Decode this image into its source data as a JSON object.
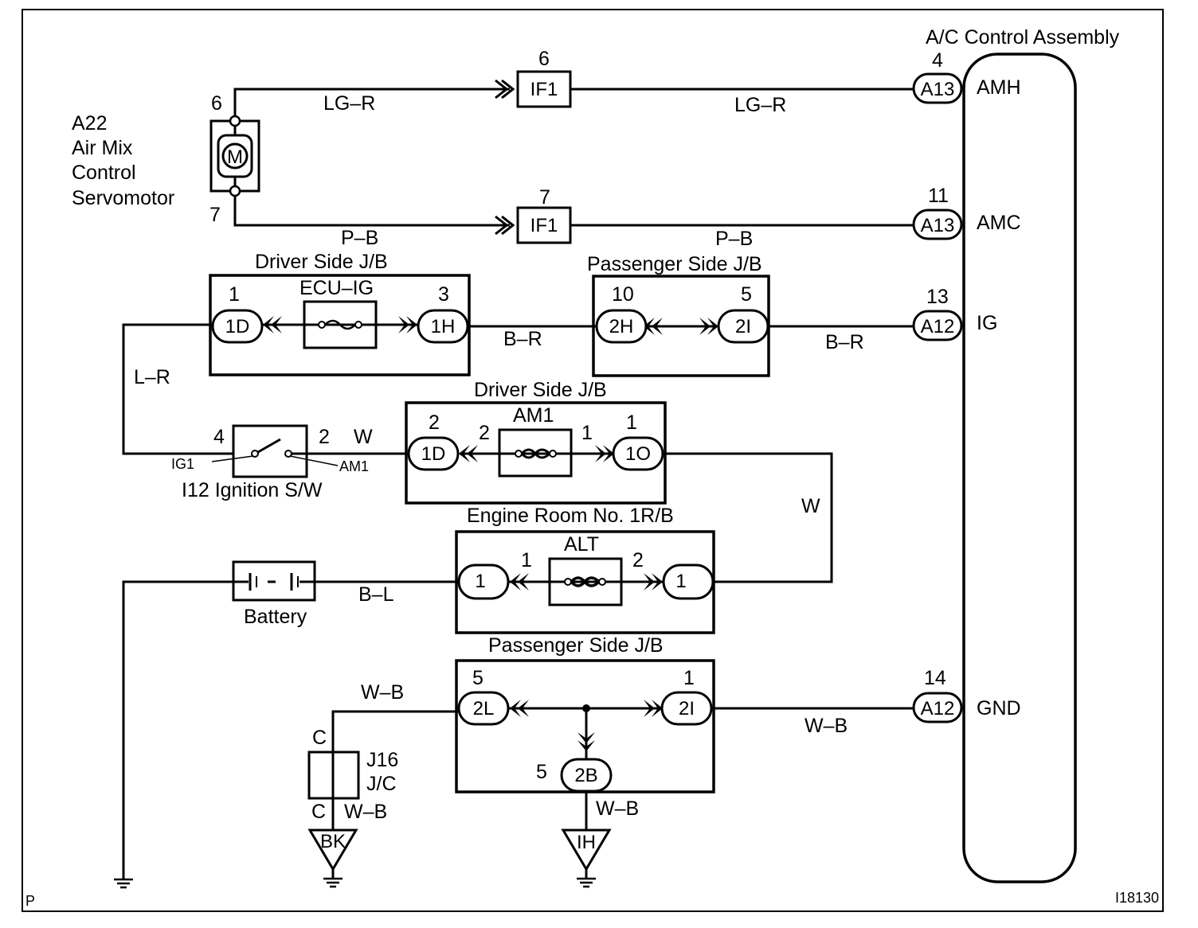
{
  "assembly": {
    "title": "A/C Control Assembly",
    "terminals": {
      "amh": {
        "pin": "4",
        "connector": "A13",
        "name": "AMH"
      },
      "amc": {
        "pin": "11",
        "connector": "A13",
        "name": "AMC"
      },
      "ig": {
        "pin": "13",
        "connector": "A12",
        "name": "IG"
      },
      "gnd": {
        "pin": "14",
        "connector": "A12",
        "name": "GND"
      }
    }
  },
  "servomotor": {
    "line1": "A22",
    "line2": "Air Mix",
    "line3": "Control",
    "line4": "Servomotor",
    "motor_symbol": "M",
    "pin_top": "6",
    "pin_bottom": "7"
  },
  "if1_top": {
    "pin": "6",
    "name": "IF1"
  },
  "if1_bottom": {
    "pin": "7",
    "name": "IF1"
  },
  "wires": {
    "lg_r_left": "LG–R",
    "lg_r_right": "LG–R",
    "p_b_left": "P–B",
    "p_b_right": "P–B",
    "b_r_left": "B–R",
    "b_r_right": "B–R",
    "l_r": "L–R",
    "w_switch": "W",
    "w_right": "W",
    "b_l": "B–L",
    "w_b_top": "W–B",
    "w_b_right": "W–B",
    "w_b_jc": "W–B",
    "w_b_ih": "W–B"
  },
  "driver_jb_ecu": {
    "title": "Driver Side J/B",
    "fuse": "ECU–IG",
    "left": {
      "pin": "1",
      "connector": "1D"
    },
    "right": {
      "pin": "3",
      "connector": "1H"
    }
  },
  "passenger_jb_top": {
    "title": "Passenger Side J/B",
    "left": {
      "pin": "10",
      "connector": "2H"
    },
    "right": {
      "pin": "5",
      "connector": "2I"
    }
  },
  "ignition": {
    "title": "I12 Ignition S/W",
    "pin_left": "4",
    "pin_right": "2",
    "ig1": "IG1",
    "am1": "AM1"
  },
  "driver_jb_am1": {
    "title": "Driver Side J/B",
    "fuse": "AM1",
    "left": {
      "pin": "2",
      "connector": "1D",
      "inner_pin": "2"
    },
    "right": {
      "pin": "1",
      "connector": "1O",
      "inner_pin": "1"
    }
  },
  "engine_room": {
    "title": "Engine Room No. 1R/B",
    "fuse": "ALT",
    "left": {
      "connector": "1",
      "inner_pin": "1"
    },
    "right": {
      "connector": "1",
      "inner_pin": "2"
    }
  },
  "battery": {
    "label": "Battery"
  },
  "passenger_jb_bottom": {
    "title": "Passenger Side J/B",
    "left": {
      "pin": "5",
      "connector": "2L"
    },
    "right": {
      "pin": "1",
      "connector": "2I"
    },
    "bottom": {
      "pin": "5",
      "connector": "2B"
    }
  },
  "junction": {
    "line1": "J16",
    "line2": "J/C",
    "pin_top": "C",
    "pin_bottom": "C"
  },
  "grounds": {
    "bk": "BK",
    "ih": "IH"
  },
  "corner_mark": "P",
  "figure_id": "I18130"
}
